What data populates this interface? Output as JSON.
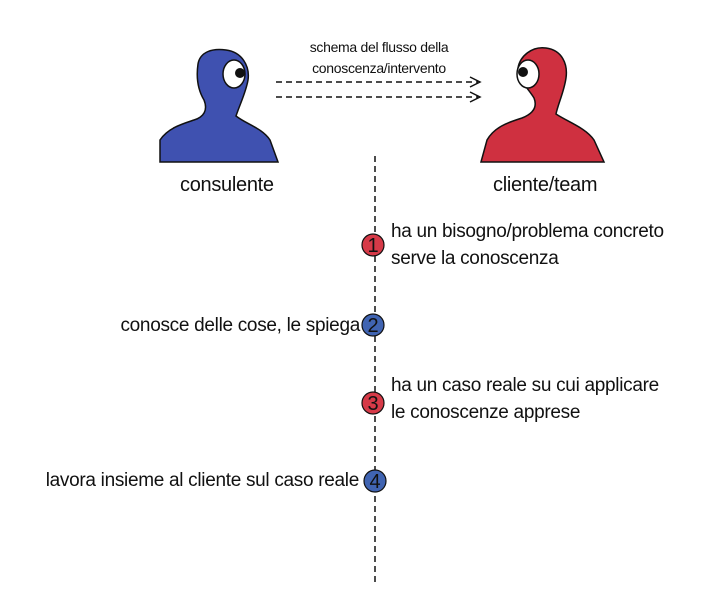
{
  "diagram": {
    "caption_lines": [
      "schema del flusso della",
      "conoscenza/intervento"
    ],
    "actors": {
      "left": {
        "label": "consulente",
        "color": "#3f51b0",
        "icon": "person-icon"
      },
      "right": {
        "label": "cliente/team",
        "color": "#d0303f",
        "icon": "person-icon"
      }
    },
    "steps": [
      {
        "number": "1",
        "side": "right",
        "color": "#d63a48",
        "lines": [
          "ha un bisogno/problema concreto",
          "serve la conoscenza"
        ]
      },
      {
        "number": "2",
        "side": "left",
        "color": "#4064b2",
        "lines": [
          "conosce delle cose, le spiega"
        ]
      },
      {
        "number": "3",
        "side": "right",
        "color": "#d63a48",
        "lines": [
          "ha un  caso  reale su cui applicare",
          "le conoscenze apprese"
        ]
      },
      {
        "number": "4",
        "side": "left",
        "color": "#4064b2",
        "lines": [
          "lavora insieme al cliente sul caso reale"
        ]
      }
    ]
  }
}
